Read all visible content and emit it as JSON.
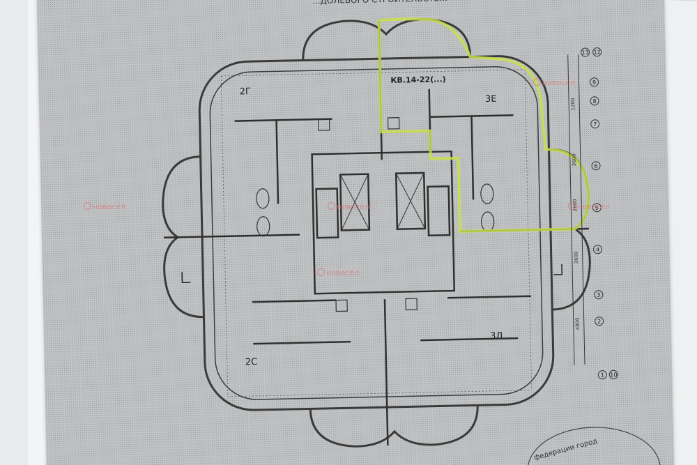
{
  "document": {
    "header_text": "...ДОЛЕВОГО СТРОИТЕЛЬСТВ...",
    "apartment_label": "КВ.14-22(...)",
    "room_counts": [
      "2Г",
      "3Е",
      "2С",
      "3Л"
    ]
  },
  "watermark": {
    "text": "новосёл",
    "color": "#e06a6a"
  },
  "highlight_color": "#c8e04a",
  "grid_axes": [
    "13",
    "12",
    "9",
    "8",
    "7",
    "6",
    "5",
    "4",
    "3",
    "2",
    "1",
    "10"
  ],
  "dimensions": [
    "1200",
    "3600",
    "2600",
    "3600",
    "4800"
  ],
  "stamp_text": "федерации город"
}
